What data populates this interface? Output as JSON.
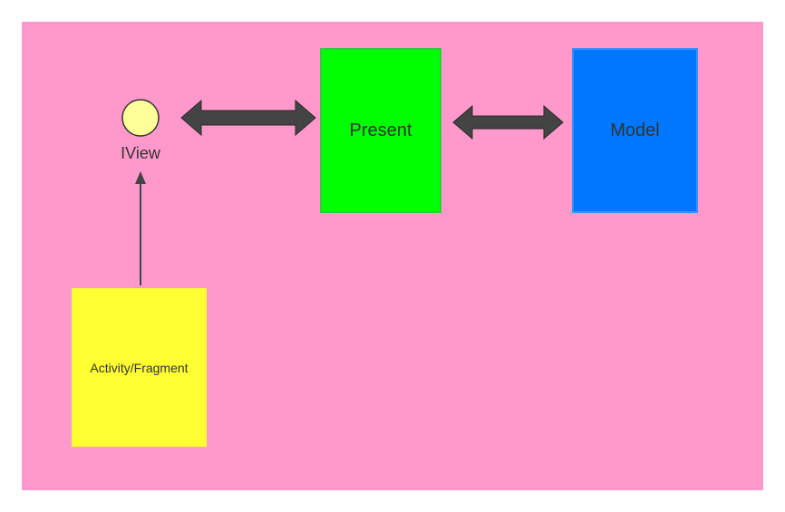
{
  "colors": {
    "canvas": "#ff99cc",
    "present": "#00ff00",
    "model": "#0077ff",
    "activity": "#ffff33",
    "iview": "#ffff99",
    "arrow": "#444444",
    "text": "#333333"
  },
  "nodes": {
    "iview": {
      "label": "IView",
      "shape": "circle"
    },
    "present": {
      "label": "Present",
      "shape": "rect"
    },
    "model": {
      "label": "Model",
      "shape": "rect"
    },
    "activity": {
      "label": "Activity/Fragment",
      "shape": "rect"
    }
  },
  "edges": [
    {
      "from": "iview",
      "to": "present",
      "style": "bidirectional-thick"
    },
    {
      "from": "present",
      "to": "model",
      "style": "bidirectional-thick"
    },
    {
      "from": "activity",
      "to": "iview",
      "style": "single-thin"
    }
  ]
}
